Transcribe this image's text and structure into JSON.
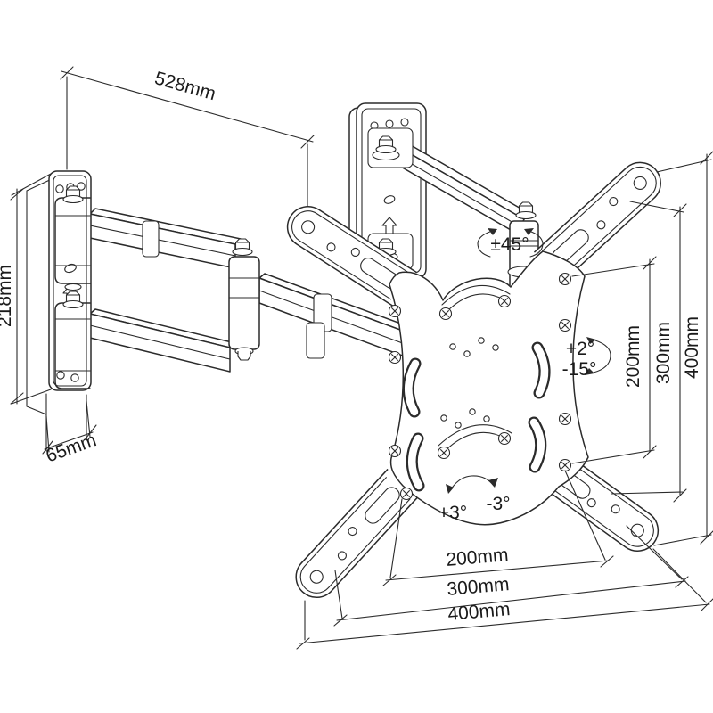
{
  "page": {
    "title": "Full-motion TV wall mount - dimensional technical drawing",
    "background": "#ffffff",
    "line_color": "#2b2b2b"
  },
  "annotations": {
    "extension": "528mm",
    "plate_height": "218mm",
    "plate_width": "65mm",
    "swivel": "±45°",
    "tilt_up": "+2°",
    "tilt_down": "-15°",
    "rotate_cw": "+3°",
    "rotate_ccw": "-3°",
    "vesa_v_200": "200mm",
    "vesa_v_300": "300mm",
    "vesa_v_400": "400mm",
    "vesa_h_200": "200mm",
    "vesa_h_300": "300mm",
    "vesa_h_400": "400mm"
  }
}
